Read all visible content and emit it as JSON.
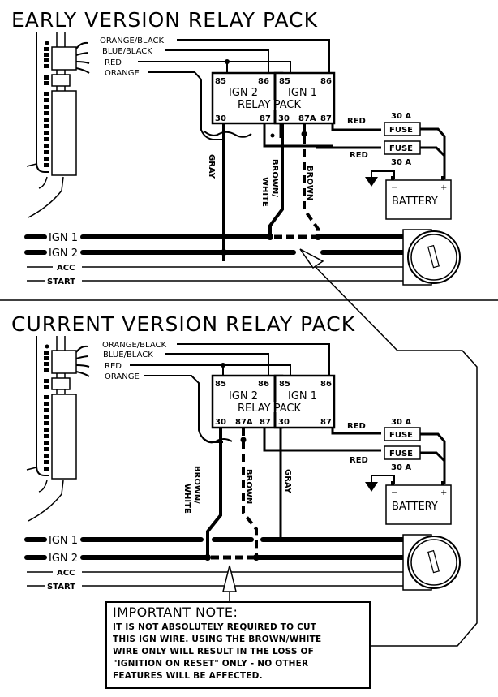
{
  "sections": [
    {
      "title": "EARLY VERSION RELAY PACK",
      "wires": [
        "ORANGE/BLACK",
        "BLUE/BLACK",
        "RED",
        "ORANGE"
      ],
      "relay": {
        "left_label": "IGN 2",
        "right_label": "IGN 1",
        "pack_label": "RELAY PACK",
        "top_pins": [
          "85",
          "86",
          "85",
          "86"
        ],
        "bottom_pins": [
          "30",
          "87",
          "30",
          "87A",
          "87"
        ]
      },
      "wire_labels": {
        "gray": "GRAY",
        "brown_white_1": "BROWN/",
        "brown_white_2": "WHITE",
        "brown": "BROWN"
      },
      "power": {
        "red_top": "RED",
        "red_bottom": "RED",
        "fuse_label": "FUSE",
        "fuse_top_rating": "30 A",
        "fuse_bottom_rating": "30 A",
        "battery_label": "BATTERY",
        "neg": "−",
        "pos": "+"
      },
      "ignition": [
        "IGN 1",
        "IGN 2",
        "ACC",
        "START"
      ]
    },
    {
      "title": "CURRENT VERSION RELAY PACK",
      "wires": [
        "ORANGE/BLACK",
        "BLUE/BLACK",
        "RED",
        "ORANGE"
      ],
      "relay": {
        "left_label": "IGN 2",
        "right_label": "IGN 1",
        "pack_label": "RELAY PACK",
        "top_pins": [
          "85",
          "86",
          "85",
          "86"
        ],
        "bottom_pins": [
          "30",
          "87A",
          "87",
          "30",
          "87"
        ]
      },
      "wire_labels": {
        "gray": "GRAY",
        "brown_white_1": "BROWN/",
        "brown_white_2": "WHITE",
        "brown": "BROWN"
      },
      "power": {
        "red_top": "RED",
        "red_bottom": "RED",
        "fuse_label": "FUSE",
        "fuse_top_rating": "30 A",
        "fuse_bottom_rating": "30 A",
        "battery_label": "BATTERY",
        "neg": "−",
        "pos": "+"
      },
      "ignition": [
        "IGN 1",
        "IGN 2",
        "ACC",
        "START"
      ]
    }
  ],
  "note": {
    "title": "IMPORTANT NOTE:",
    "line1": "IT IS NOT ABSOLUTELY REQUIRED TO CUT",
    "line2_pre": "THIS IGN WIRE. USING THE ",
    "line2_ul": "BROWN/WHITE",
    "line3": "WIRE ONLY WILL RESULT IN THE LOSS OF",
    "line4": "\"IGNITION ON RESET\" ONLY - NO OTHER",
    "line5": "FEATURES WILL BE AFFECTED."
  }
}
